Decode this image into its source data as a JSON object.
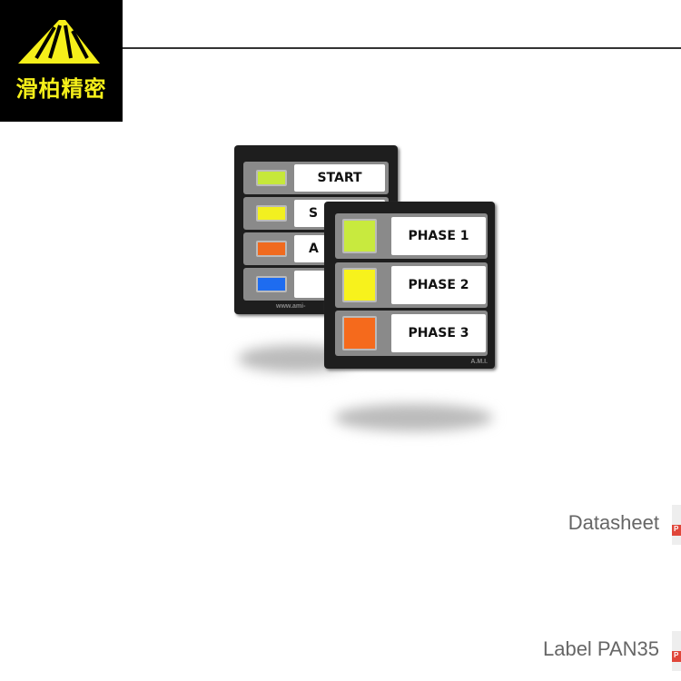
{
  "logo": {
    "text": "滑柏精密",
    "brand_color": "#f5ef1a"
  },
  "product": {
    "back_panel": {
      "labels": [
        "START",
        "S",
        "A",
        ""
      ],
      "led_colors": [
        "#c6e83a",
        "#f2f020",
        "#f06a1e",
        "#1e6cf0"
      ],
      "footer": "www.ami-"
    },
    "front_panel": {
      "labels": [
        "PHASE 1",
        "PHASE 2",
        "PHASE 3"
      ],
      "led_colors": [
        "#c8ea3e",
        "#f7f21c",
        "#f56a1c"
      ],
      "footer": "A.M.I."
    }
  },
  "downloads": [
    {
      "label": "Datasheet",
      "icon": "pdf-icon",
      "badge": "P"
    },
    {
      "label": "Label PAN35",
      "icon": "pdf-icon",
      "badge": "P"
    }
  ]
}
